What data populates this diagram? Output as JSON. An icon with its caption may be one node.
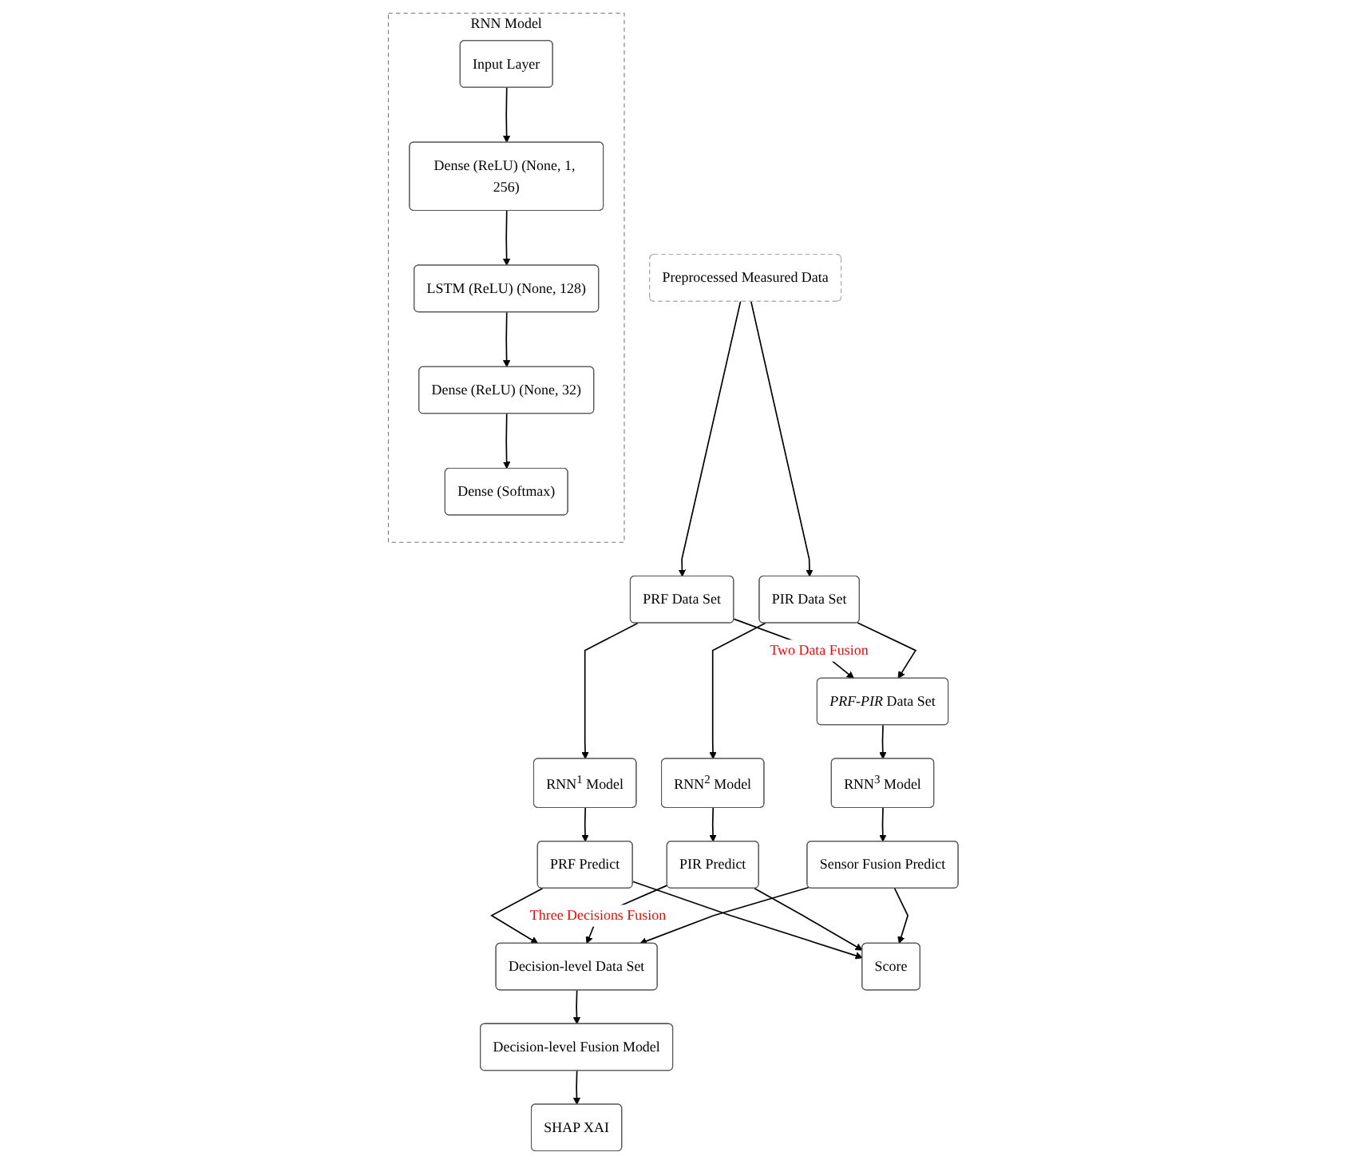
{
  "diagram": {
    "nodes": [
      {
        "text": [
          "Preprocessed Measured Data"
        ]
      },
      {
        "text": [
          "PRF Data Set"
        ]
      },
      {
        "text": [
          "PIR Data Set"
        ]
      },
      {
        "text": [
          "*PRF-PIR* Data Set"
        ]
      },
      {
        "text": [
          "RNN$^{1}$ Model"
        ]
      },
      {
        "text": [
          "RNN$^{2}$ Model"
        ]
      },
      {
        "text": [
          "RNN$^{3}$ Model"
        ]
      },
      {
        "text": [
          "PRF Predict"
        ]
      },
      {
        "text": [
          "PIR Predict"
        ]
      },
      {
        "text": [
          "Sensor Fusion Predict"
        ]
      },
      {
        "text": [
          "Decision-level Data Set"
        ]
      },
      {
        "text": [
          "Decision-level Fusion Model"
        ]
      },
      {
        "text": [
          "SHAP XAI"
        ]
      },
      {
        "text": [
          "Score"
        ]
      },
      {
        "text": [
          "RNN Model"
        ]
      },
      {
        "text": [
          "Input Layer"
        ],
        "in": 14
      },
      {
        "text": [
          "Dense (ReLU) (None, 1, 256)"
        ],
        "in": 14
      },
      {
        "text": [
          "LSTM (ReLU) (None, 128)"
        ],
        "in": 14
      },
      {
        "text": [
          "Dense (ReLU) (None, 32)"
        ],
        "in": 14
      },
      {
        "text": [
          "Dense (Softmax)"
        ],
        "in": 14
      }
    ],
    "edges": [
      {
        "from": 0,
        "to": 1,
        "arrow": "to"
      },
      {
        "from": 0,
        "to": 2,
        "arrow": "to"
      },
      {
        "from": 1,
        "to": 4,
        "arrow": "to"
      },
      {
        "from": 2,
        "to": 5,
        "arrow": "to"
      },
      {
        "from": 1,
        "to": 3,
        "arrow": "to",
        "label": "Two Data Fusion"
      },
      {
        "from": 2,
        "to": 3,
        "arrow": "to"
      },
      {
        "from": 3,
        "to": 6,
        "arrow": "to"
      },
      {
        "from": 4,
        "to": 7,
        "arrow": "to"
      },
      {
        "from": 5,
        "to": 8,
        "arrow": "to"
      },
      {
        "from": 6,
        "to": 9,
        "arrow": "to"
      },
      {
        "from": 7,
        "to": 10,
        "arrow": "to"
      },
      {
        "from": 8,
        "to": 10,
        "arrow": "to",
        "label": "Three Decisions Fusion"
      },
      {
        "from": 9,
        "to": 10,
        "arrow": "to"
      },
      {
        "from": 7,
        "to": 13,
        "arrow": "to"
      },
      {
        "from": 8,
        "to": 13,
        "arrow": "to"
      },
      {
        "from": 9,
        "to": 13,
        "arrow": "to"
      },
      {
        "from": 10,
        "to": 11,
        "arrow": "to"
      },
      {
        "from": 11,
        "to": 12,
        "arrow": "to"
      },
      {
        "from": 15,
        "to": 16,
        "arrow": "to"
      },
      {
        "from": 16,
        "to": 17,
        "arrow": "to"
      },
      {
        "from": 17,
        "to": 18,
        "arrow": "to"
      },
      {
        "from": 18,
        "to": 19,
        "arrow": "to"
      }
    ]
  }
}
